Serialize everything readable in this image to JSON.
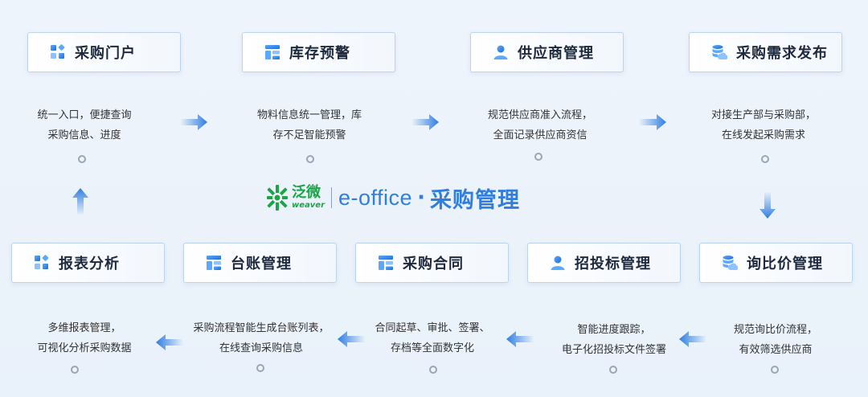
{
  "logo": {
    "brand_cn": "泛微",
    "brand_en": "weaver",
    "product": "e-office",
    "separator": "·",
    "module": "采购管理"
  },
  "top_row": [
    {
      "title": "采购门户",
      "icon": "grid-apps-icon",
      "desc1": "统一入口，便捷查询",
      "desc2": "采购信息、进度"
    },
    {
      "title": "库存预警",
      "icon": "table-layout-icon",
      "desc1": "物料信息统一管理，库",
      "desc2": "存不足智能预警"
    },
    {
      "title": "供应商管理",
      "icon": "user-icon",
      "desc1": "规范供应商准入流程，",
      "desc2": "全面记录供应商资信"
    },
    {
      "title": "采购需求发布",
      "icon": "database-cloud-icon",
      "desc1": "对接生产部与采购部，",
      "desc2": "在线发起采购需求"
    }
  ],
  "bottom_row": [
    {
      "title": "报表分析",
      "icon": "grid-apps-icon",
      "desc1": "多维报表管理，",
      "desc2": "可视化分析采购数据"
    },
    {
      "title": "台账管理",
      "icon": "table-layout-icon",
      "desc1": "采购流程智能生成台账列表，",
      "desc2": "在线查询采购信息"
    },
    {
      "title": "采购合同",
      "icon": "table-layout-icon",
      "desc1": "合同起草、审批、签署、",
      "desc2": "存档等全面数字化"
    },
    {
      "title": "招投标管理",
      "icon": "user-icon",
      "desc1": "智能进度跟踪，",
      "desc2": "电子化招投标文件签署"
    },
    {
      "title": "询比价管理",
      "icon": "database-cloud-icon",
      "desc1": "规范询比价流程，",
      "desc2": "有效筛选供应商"
    }
  ],
  "colors": {
    "accent": "#2f7ee0",
    "title": "#1d2a3d",
    "brand_green": "#1ba548",
    "module_blue": "#2f7ee0"
  }
}
